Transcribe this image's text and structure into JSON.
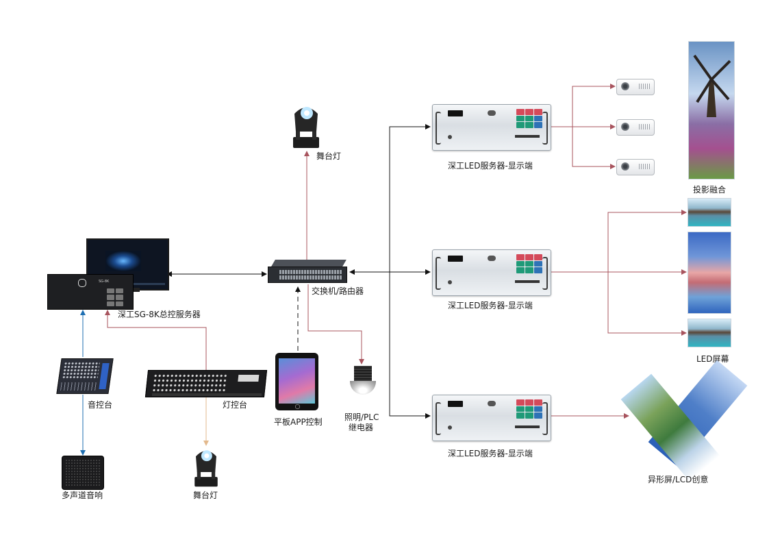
{
  "labels": {
    "stage_light_top": "舞台灯",
    "stage_light_bottom": "舞台灯",
    "switch": "交换机/路由器",
    "master_server": "深工SG-8K总控服务器",
    "led_server_1": "深工LED服务器-显示端",
    "led_server_2": "深工LED服务器-显示端",
    "led_server_3": "深工LED服务器-显示端",
    "projection": "投影融合",
    "led_screen": "LED屏幕",
    "irregular_screen": "异形屏/LCD创意",
    "mixer": "音控台",
    "speaker": "多声道音响",
    "light_console": "灯控台",
    "tablet": "平板APP控制",
    "relay_line1": "照明/PLC",
    "relay_line2": "继电器"
  },
  "device_text": {
    "master_panel": "SG-8K"
  },
  "colors": {
    "black_link": "#111111",
    "red_link": "#a8545e",
    "blue_link": "#1f6fb2",
    "tan_link": "#e3b98d",
    "dashed_link": "#111111"
  },
  "icons": {
    "moving_head": "moving-head-light-icon",
    "projector": "projector-icon",
    "rack": "rack-server-icon",
    "tablet": "tablet-icon"
  }
}
